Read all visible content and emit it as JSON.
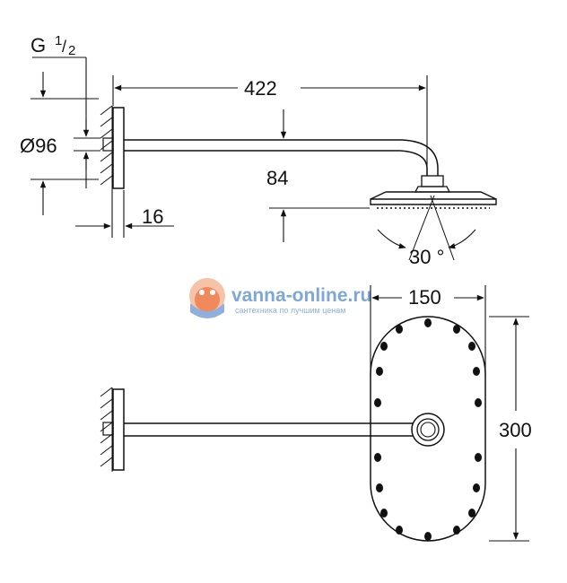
{
  "dimensions": {
    "thread_main": "G",
    "thread_num": "1",
    "thread_den": "2",
    "arm_length": "422",
    "diameter": "Ø96",
    "drop": "84",
    "wall_offset": "16",
    "tilt": "30 °",
    "head_width": "150",
    "head_length": "300"
  },
  "watermark": {
    "brand": "vanna-online.ru",
    "tagline": "сантехника по лучшим ценам"
  },
  "colors": {
    "line": "#111111",
    "watermark_blue": "#7fa7d6",
    "watermark_orange": "#f08a5d"
  }
}
